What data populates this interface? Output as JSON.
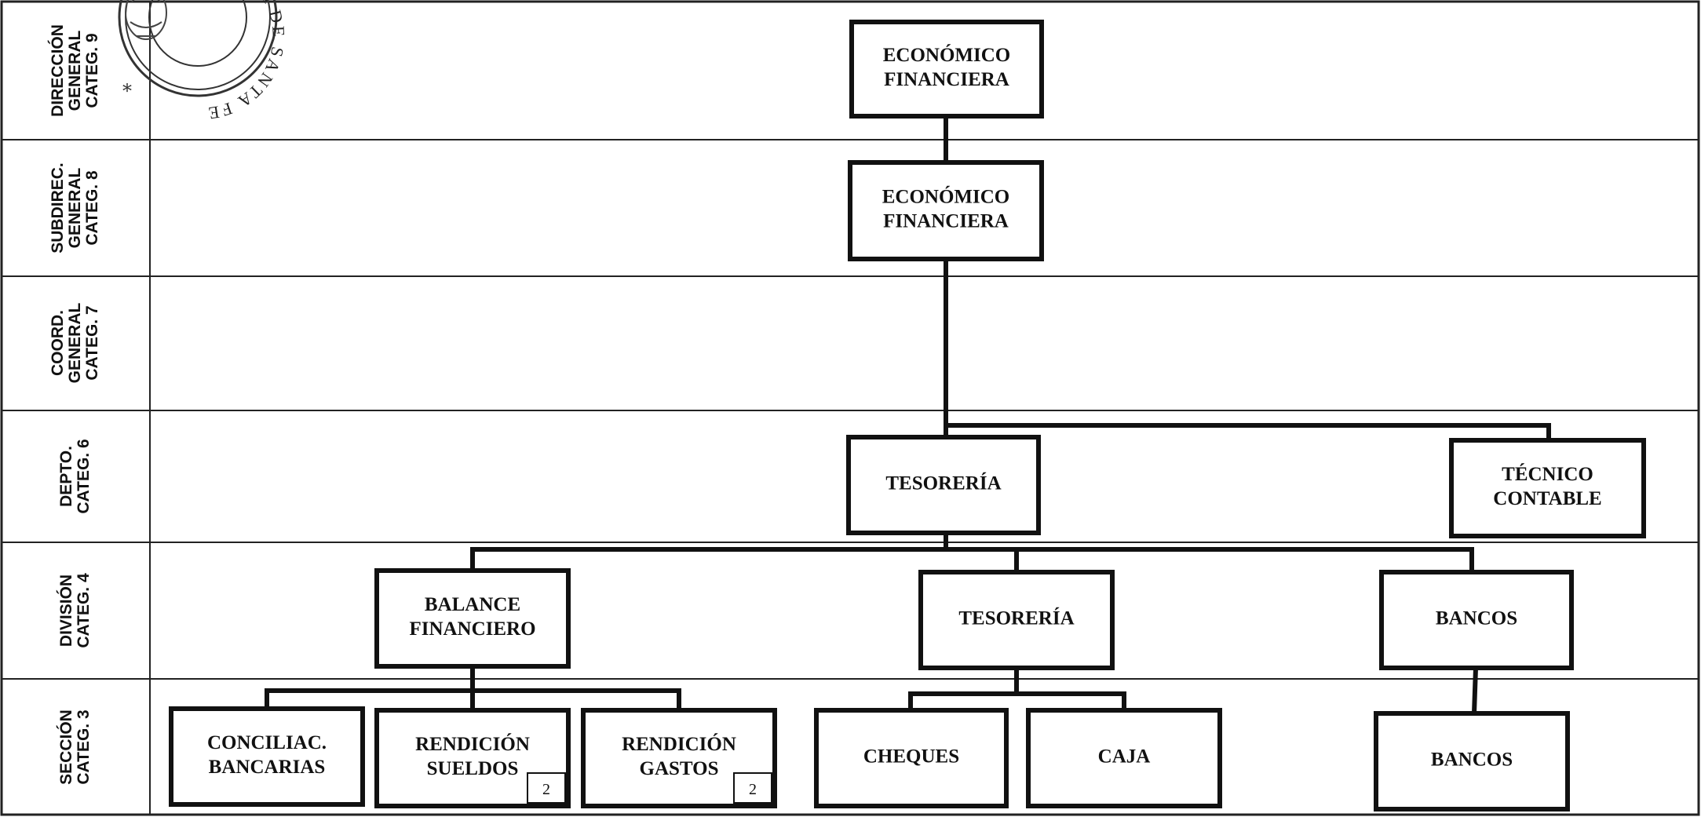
{
  "rows": [
    {
      "id": "direccion",
      "lines": [
        "DIRECCIÓN",
        "GENERAL",
        "CATEG. 9"
      ]
    },
    {
      "id": "subdireccion",
      "lines": [
        "SUBDIREC.",
        "GENERAL",
        "CATEG. 8"
      ]
    },
    {
      "id": "coordinacion",
      "lines": [
        "COORD.",
        "GENERAL",
        "CATEG. 7"
      ]
    },
    {
      "id": "departamento",
      "lines": [
        "DEPTO.",
        "CATEG. 6"
      ]
    },
    {
      "id": "division",
      "lines": [
        "DIVISIÓN",
        "CATEG. 4"
      ]
    },
    {
      "id": "seccion",
      "lines": [
        "SECCIÓN",
        "CATEG. 3"
      ]
    }
  ],
  "boxes": [
    {
      "id": "direccion-economico-financiera",
      "lines": [
        "ECONÓMICO",
        "FINANCIERA"
      ],
      "badge": null
    },
    {
      "id": "subdireccion-economico-financiera",
      "lines": [
        "ECONÓMICO",
        "FINANCIERA"
      ],
      "badge": null
    },
    {
      "id": "depto-tesoreria",
      "lines": [
        "TESORERÍA"
      ],
      "badge": null
    },
    {
      "id": "depto-tecnico-contable",
      "lines": [
        "TÉCNICO",
        "CONTABLE"
      ],
      "badge": null
    },
    {
      "id": "division-balance-financiero",
      "lines": [
        "BALANCE",
        "FINANCIERO"
      ],
      "badge": null
    },
    {
      "id": "division-tesoreria",
      "lines": [
        "TESORERÍA"
      ],
      "badge": null
    },
    {
      "id": "division-bancos",
      "lines": [
        "BANCOS"
      ],
      "badge": null
    },
    {
      "id": "seccion-conciliac-bancarias",
      "lines": [
        "CONCILIAC.",
        "BANCARIAS"
      ],
      "badge": null
    },
    {
      "id": "seccion-rendicion-sueldos",
      "lines": [
        "RENDICIÓN",
        "SUELDOS"
      ],
      "badge": "2"
    },
    {
      "id": "seccion-rendicion-gastos",
      "lines": [
        "RENDICIÓN",
        "GASTOS"
      ],
      "badge": "2"
    },
    {
      "id": "seccion-cheques",
      "lines": [
        "CHEQUES"
      ],
      "badge": null
    },
    {
      "id": "seccion-caja",
      "lines": [
        "CAJA"
      ],
      "badge": null
    },
    {
      "id": "seccion-bancos",
      "lines": [
        "BANCOS"
      ],
      "badge": null
    }
  ],
  "edges": [
    [
      "direccion-economico-financiera",
      "subdireccion-economico-financiera"
    ],
    [
      "subdireccion-economico-financiera",
      "depto-tesoreria"
    ],
    [
      "subdireccion-economico-financiera",
      "depto-tecnico-contable"
    ],
    [
      "depto-tesoreria",
      "division-balance-financiero"
    ],
    [
      "depto-tesoreria",
      "division-tesoreria"
    ],
    [
      "depto-tesoreria",
      "division-bancos"
    ],
    [
      "division-balance-financiero",
      "seccion-conciliac-bancarias"
    ],
    [
      "division-balance-financiero",
      "seccion-rendicion-sueldos"
    ],
    [
      "division-balance-financiero",
      "seccion-rendicion-gastos"
    ],
    [
      "division-tesoreria",
      "seccion-cheques"
    ],
    [
      "division-tesoreria",
      "seccion-caja"
    ],
    [
      "division-bancos",
      "seccion-bancos"
    ]
  ],
  "seal": {
    "text": "A DE SANTA FE"
  }
}
